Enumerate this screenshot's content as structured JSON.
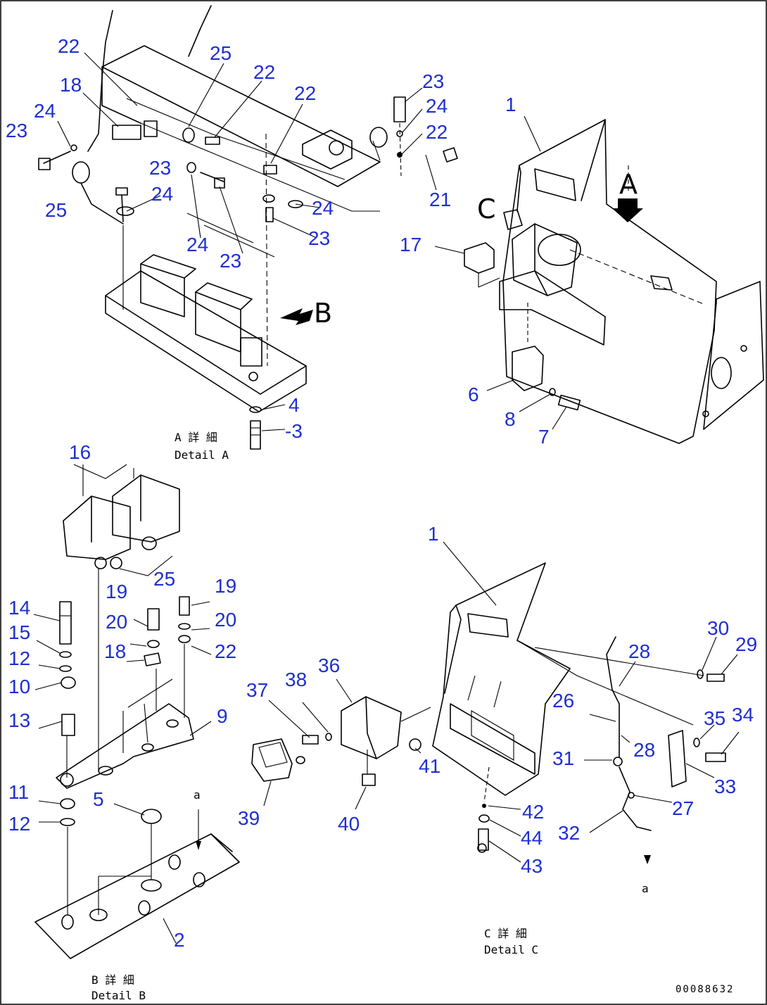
{
  "views": {
    "detail_a": {
      "caption_line1": "A 詳 細",
      "caption_line2": "Detail A",
      "marker": "B"
    },
    "main": {
      "marker_a": "A",
      "marker_c": "C"
    },
    "detail_b": {
      "caption_line1": "B 詳 細",
      "caption_line2": "Detail B",
      "marker": "a"
    },
    "detail_c": {
      "caption_line1": "C 詳 細",
      "caption_line2": "Detail C",
      "marker": "a"
    }
  },
  "drawing_code": "00088632",
  "labels": {
    "a_22a": "22",
    "a_25a": "25",
    "a_22b": "22",
    "a_22c": "22",
    "a_18": "18",
    "a_24a": "24",
    "a_23a": "23",
    "a_23b": "23",
    "a_24b": "24",
    "a_25b": "25",
    "a_24c": "24",
    "a_24d": "24",
    "a_23c": "23",
    "a_23d": "23",
    "a_4": "4",
    "a_3": "-3",
    "m_23": "23",
    "m_24": "24",
    "m_22": "22",
    "m_21": "21",
    "m_1": "1",
    "m_17": "17",
    "m_6": "6",
    "m_8": "8",
    "m_7": "7",
    "b_16": "16",
    "b_19a": "19",
    "b_25": "25",
    "b_19b": "19",
    "b_14": "14",
    "b_20a": "20",
    "b_20b": "20",
    "b_15": "15",
    "b_18": "18",
    "b_22": "22",
    "b_12a": "12",
    "b_10": "10",
    "b_13": "13",
    "b_9": "9",
    "b_11": "11",
    "b_5": "5",
    "b_12b": "12",
    "b_2": "2",
    "c_1": "1",
    "c_37": "37",
    "c_38": "38",
    "c_36": "36",
    "c_30": "30",
    "c_29": "29",
    "c_28a": "28",
    "c_26": "26",
    "c_35": "35",
    "c_34": "34",
    "c_41": "41",
    "c_28b": "28",
    "c_31": "31",
    "c_33": "33",
    "c_39": "39",
    "c_40": "40",
    "c_42": "42",
    "c_27": "27",
    "c_32": "32",
    "c_44": "44",
    "c_43": "43"
  }
}
